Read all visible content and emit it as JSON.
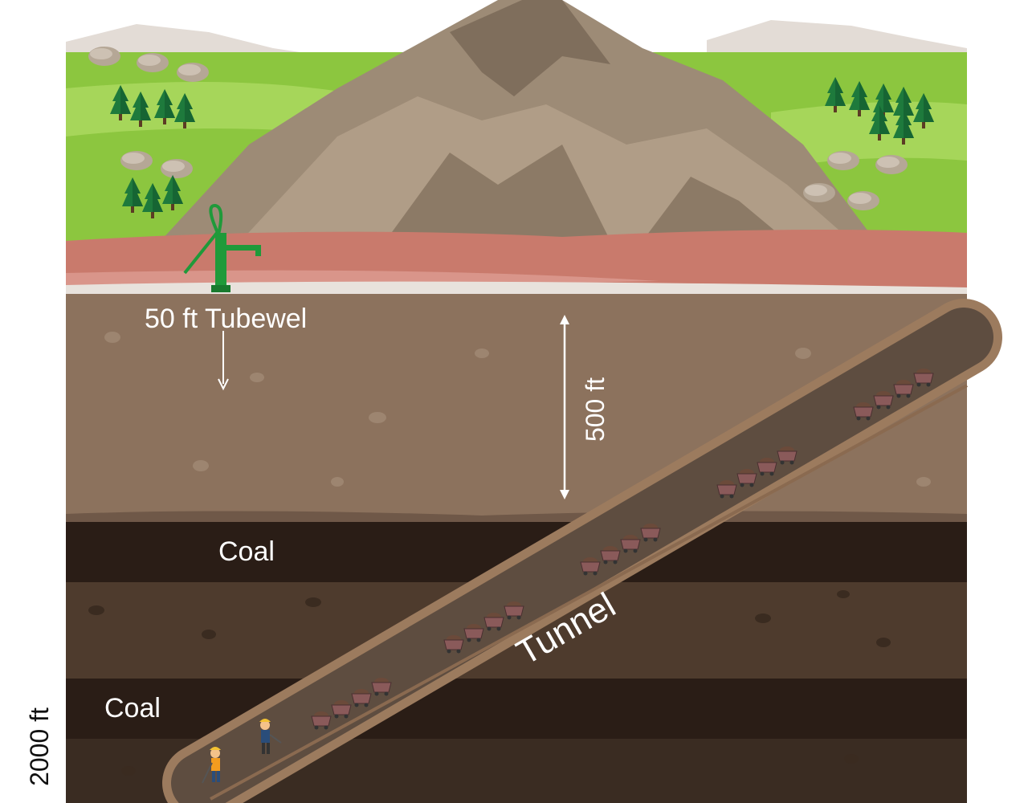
{
  "labels": {
    "tubewell": "50 ft Tubewel",
    "depth_500": "500 ft",
    "coal_upper": "Coal",
    "coal_lower": "Coal",
    "tunnel": "Tunnel",
    "depth_2000": "2000 ft"
  },
  "colors": {
    "sky": "#ffffff",
    "grass": "#8cc63f",
    "soil_red": "#c97a6c",
    "upper_earth": "#8c725d",
    "coal": "#2a1d16",
    "mid_earth": "#4e3b2d",
    "lower_earth": "#3a2c22",
    "tunnel_wall": "#a07d60",
    "tunnel_inside": "#5e4d40",
    "mountain": "#a08c75",
    "pump": "#1f9a3a"
  },
  "icons": [
    "mountain",
    "pine-tree",
    "hand-pump",
    "mine-cart",
    "miner",
    "arrow"
  ]
}
